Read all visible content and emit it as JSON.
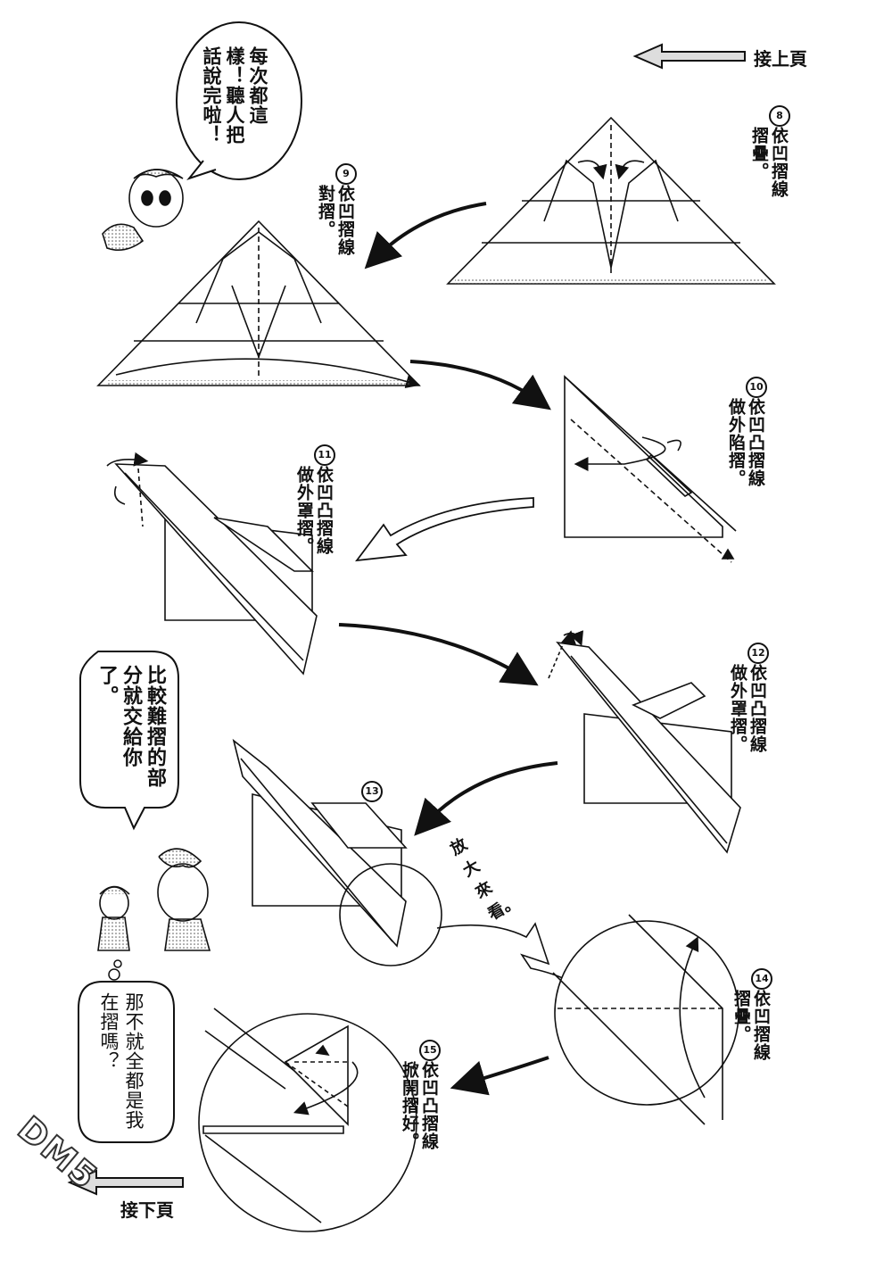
{
  "nav": {
    "prev_page": "接上頁",
    "next_page": "接下頁"
  },
  "steps": [
    {
      "number": "8",
      "text": "依凹摺線摺疊。"
    },
    {
      "number": "9",
      "text": "依凹摺線對摺。"
    },
    {
      "number": "10",
      "text": "依凹凸摺線做外陷摺。"
    },
    {
      "number": "11",
      "text": "依凹凸摺線做外罩摺。"
    },
    {
      "number": "12",
      "text": "依凹凸摺線做外罩摺。"
    },
    {
      "number": "13",
      "text": ""
    },
    {
      "number": "14",
      "text": "依凹摺線摺疊。"
    },
    {
      "number": "15",
      "text": "依凹凸摺線掀開摺好。"
    }
  ],
  "bubbles": {
    "top": "每次都這樣！聽人把話說完啦！",
    "middle": "比較難摺的部分就交給你了。",
    "bottom": "那不就全都是我在摺嗎？"
  },
  "zoom_label": "放大來看。",
  "watermark": "DM5"
}
